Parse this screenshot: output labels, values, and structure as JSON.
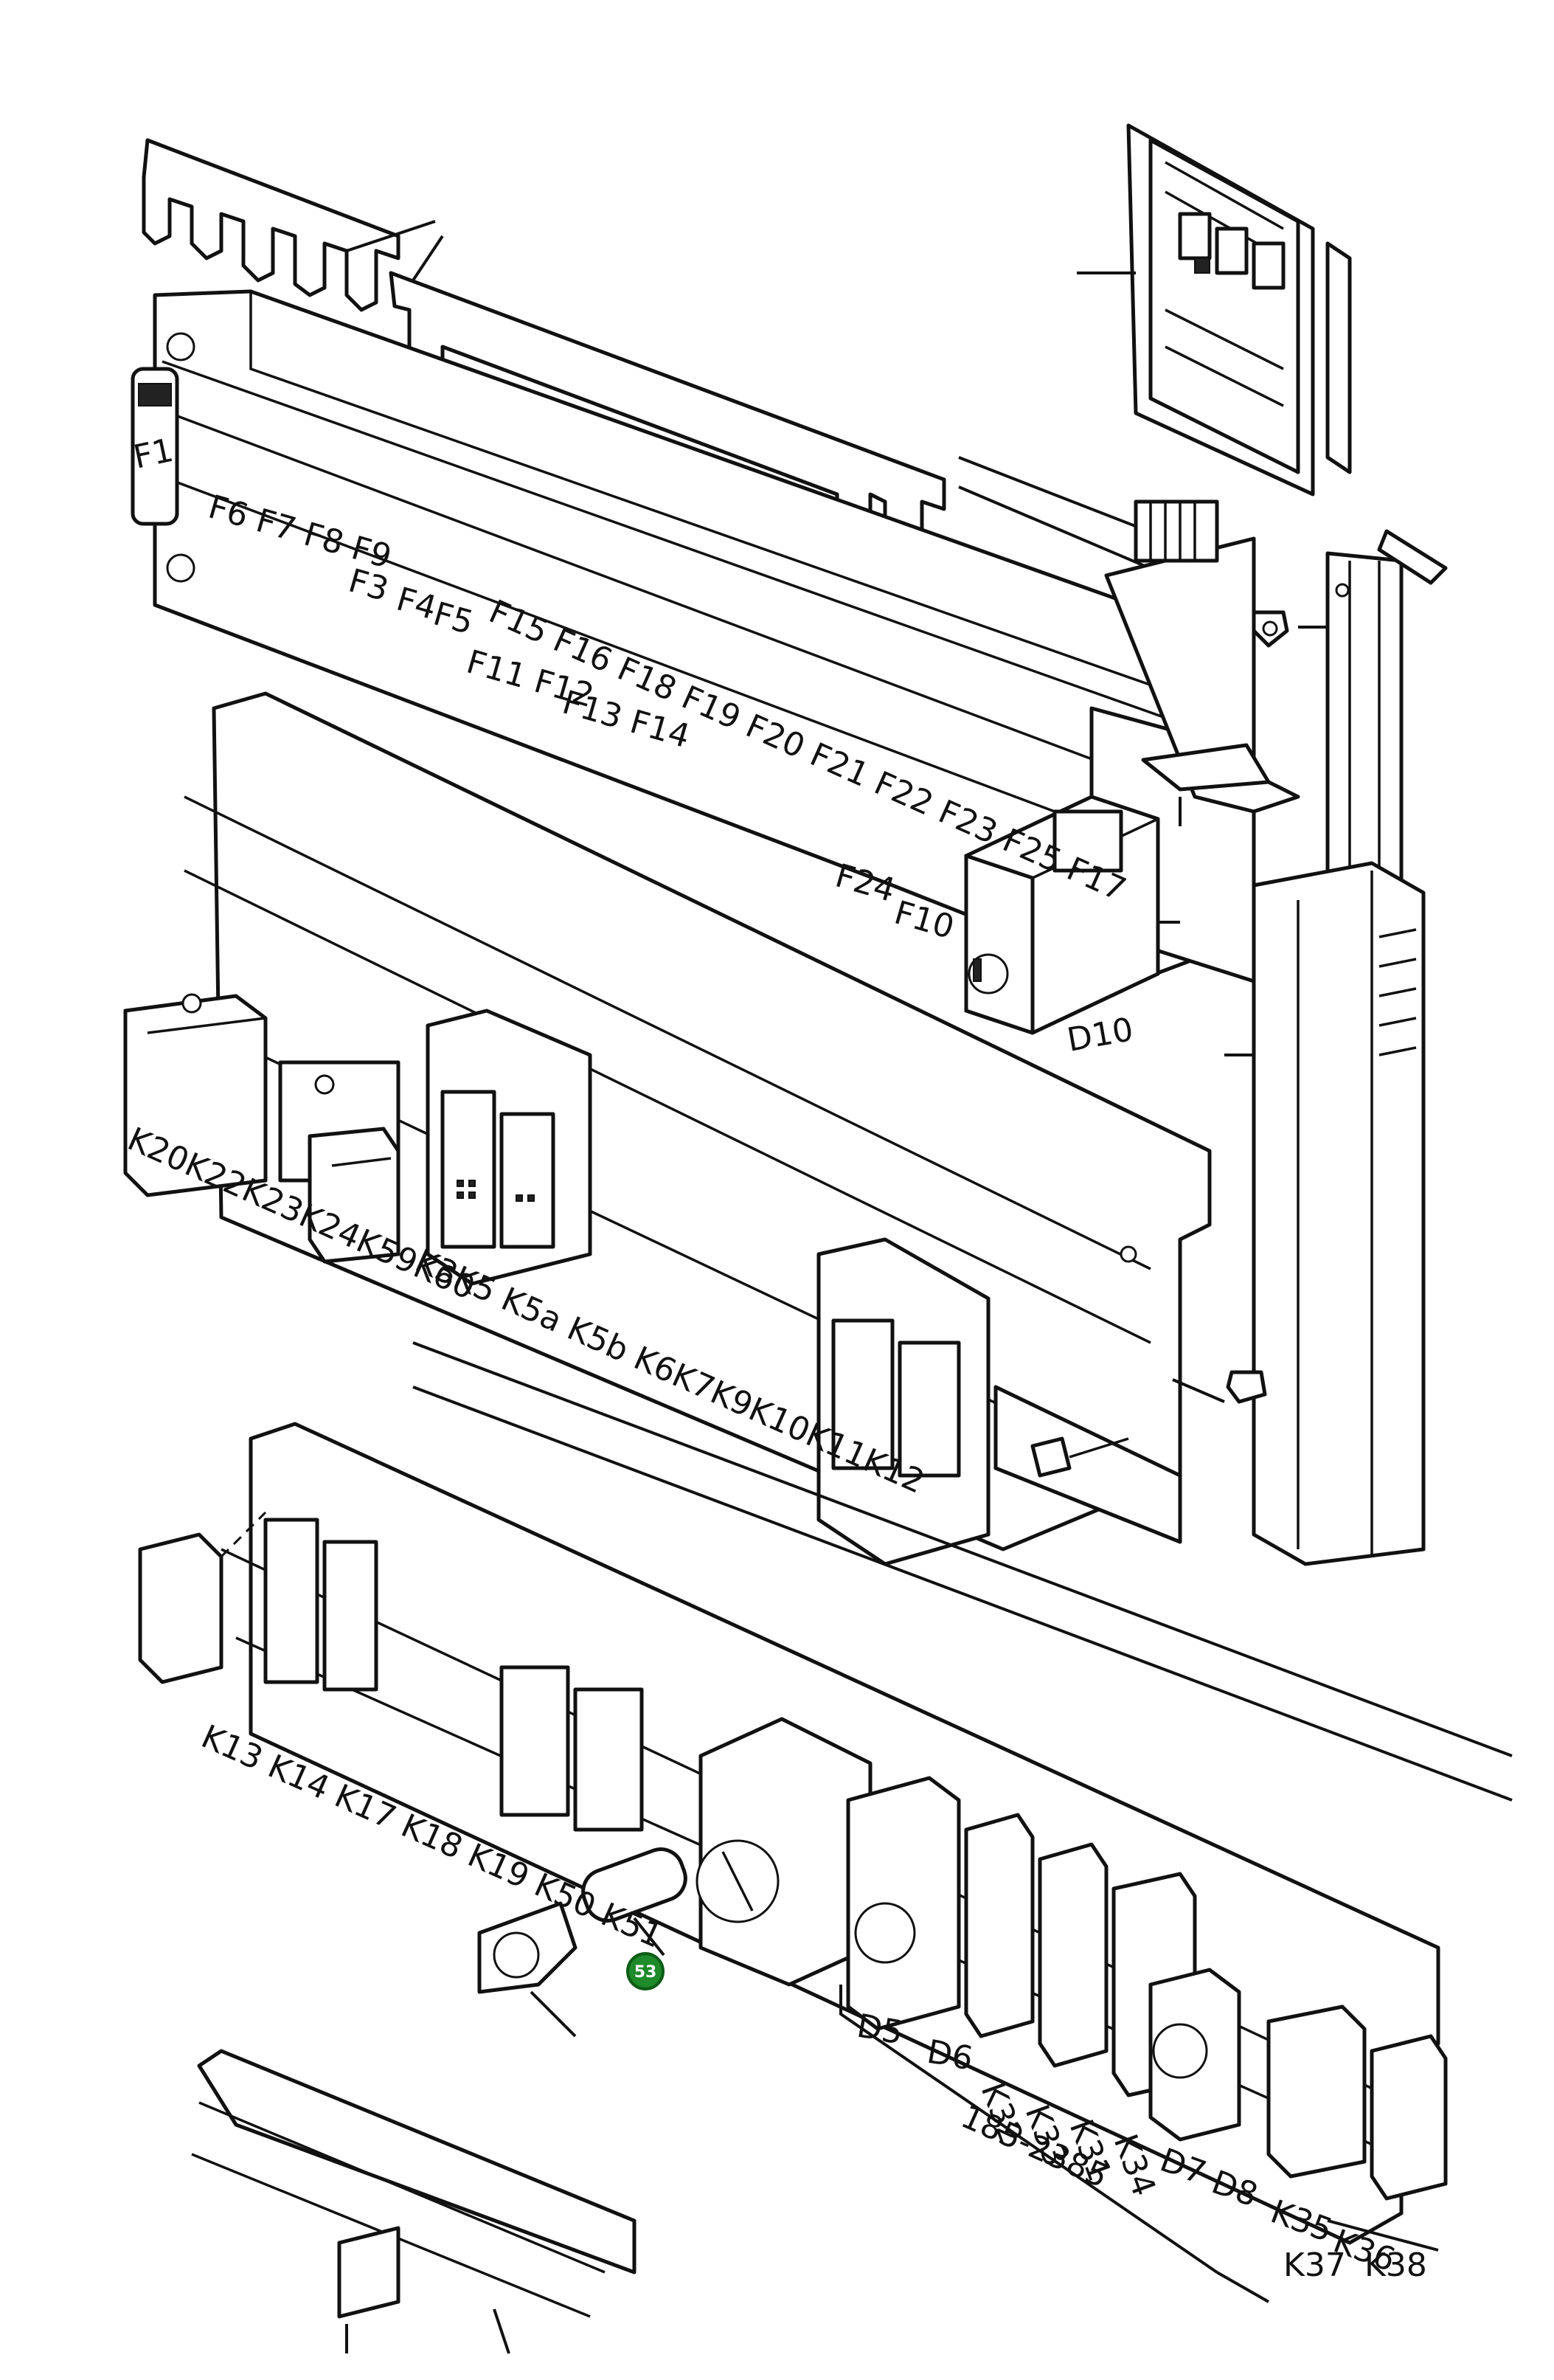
{
  "labels": {
    "f1": "F1",
    "f6_f9": "F6 F7 F8 F9",
    "f3": "F3",
    "f4": "F4",
    "f5": "F5",
    "f15_f17": "F15 F16 F18 F19 F20 F21 F22 F23 F25 F17",
    "f11_f12": "F11 F12",
    "f13_f14": "F13 F14",
    "f24": "F24",
    "f10": "F10",
    "d10": "D10",
    "k20_k60": "K20K22K23K24K59K60",
    "k3_k12": "K3K5 K5a K5b K6K7K9K10K11K12",
    "k13_k51": "K13 K14 K17 K18 K19 K50 K51",
    "d5": "D5",
    "d6": "D6",
    "k32": "K32",
    "k33": "K33",
    "k31": "K31",
    "k34": "K34",
    "d7": "D7",
    "d8": "D8",
    "k35": "K35",
    "k36": "K36",
    "k37": "K37",
    "k38": "K38",
    "part_number": "185-2385"
  },
  "hotspot": {
    "label": "53",
    "color": "#1e8a2a"
  }
}
